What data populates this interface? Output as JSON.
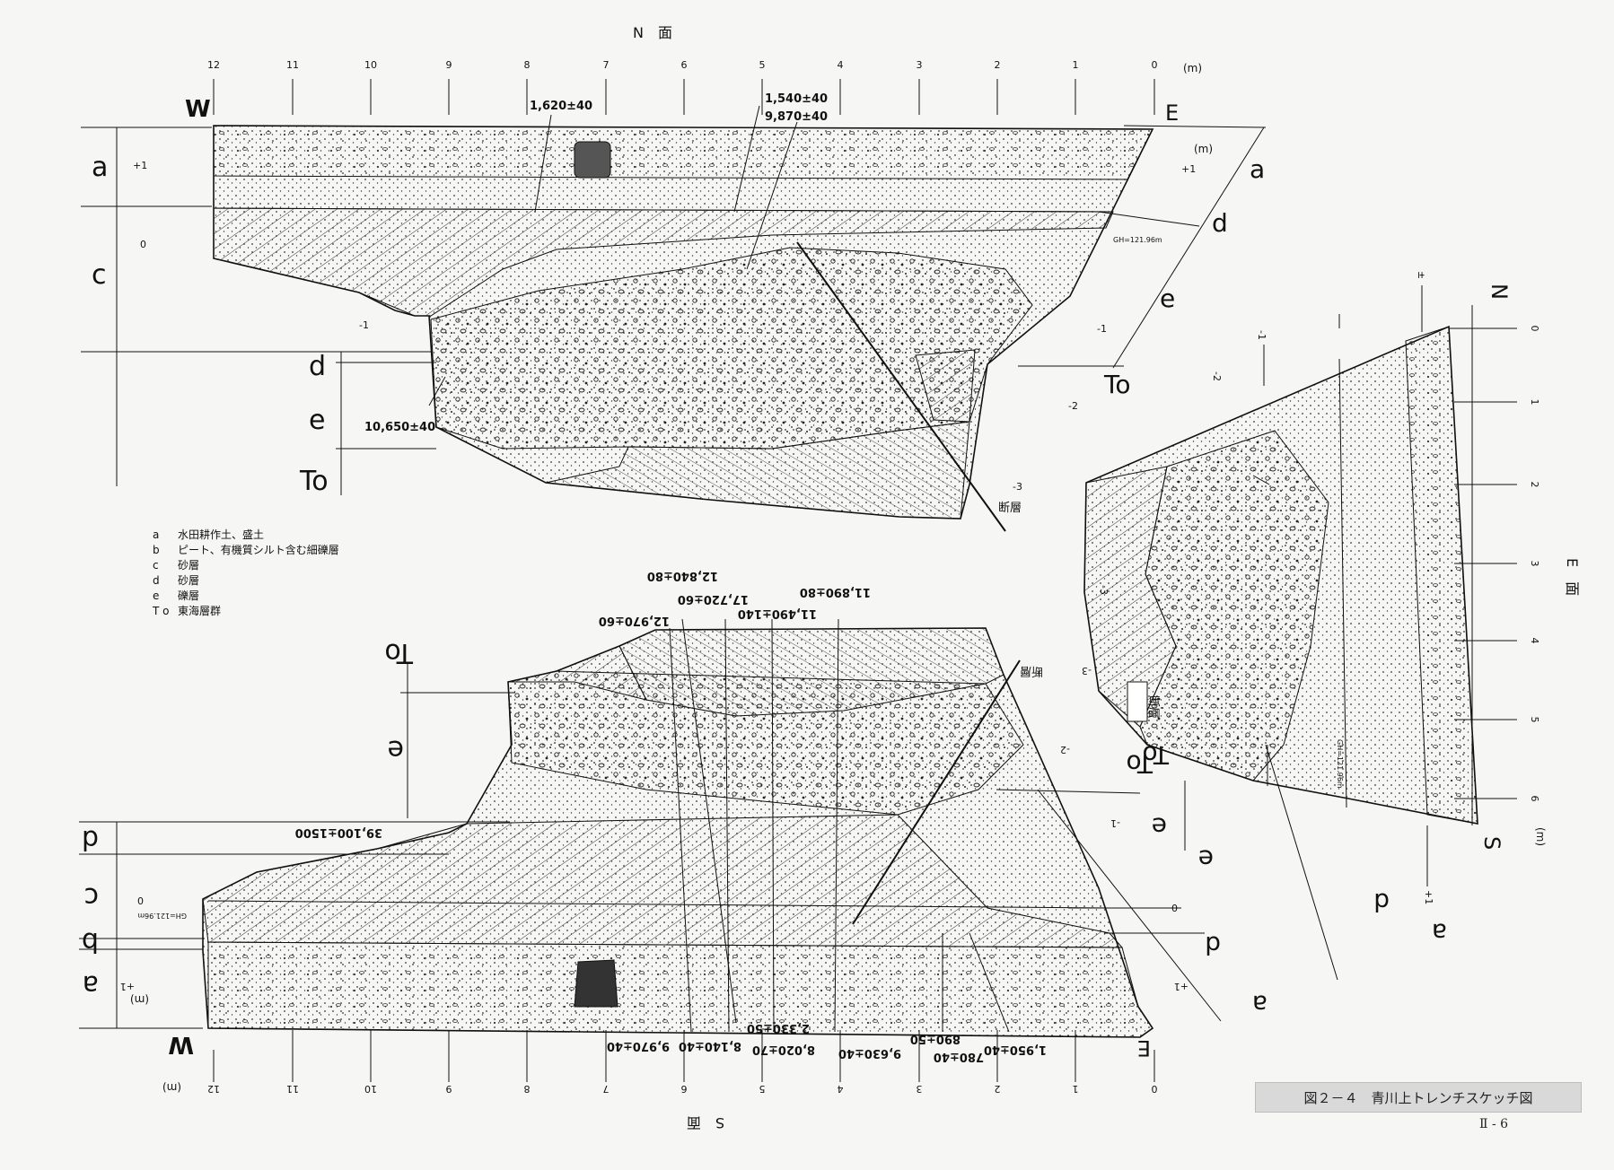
{
  "n_face": {
    "title": "N　面",
    "west_label": "W",
    "east_label": "E",
    "unit": "(m)",
    "scale_ticks": [
      "12",
      "11",
      "10",
      "9",
      "8",
      "7",
      "6",
      "5",
      "4",
      "3",
      "2",
      "1",
      "0"
    ],
    "layers_left": [
      "a",
      "c",
      "d",
      "e",
      "To"
    ],
    "layers_right": [
      "a",
      "d",
      "e",
      "To"
    ],
    "depth_marks_left": [
      "+1",
      "0",
      "-1"
    ],
    "depth_marks_right": [
      "+1",
      "-1",
      "-2",
      "-3"
    ],
    "dates": [
      "1,620±40",
      "1,540±40",
      "9,870±40",
      "10,650±40"
    ],
    "datum": "GH=121.96m",
    "fault": "断層",
    "unit_right": "(m)"
  },
  "s_face": {
    "title": "S　面",
    "west_label": "W",
    "east_label": "E",
    "unit": "(m)",
    "scale_ticks": [
      "12",
      "11",
      "10",
      "9",
      "8",
      "7",
      "6",
      "5",
      "4",
      "3",
      "2",
      "1",
      "0"
    ],
    "layers_left": [
      "To",
      "e",
      "d",
      "c",
      "b",
      "a"
    ],
    "layers_right": [
      "To",
      "e",
      "d",
      "a"
    ],
    "depth_marks_left": [
      "0",
      "+1"
    ],
    "depth_marks_right": [
      "-3",
      "-2",
      "-1",
      "0",
      "+1"
    ],
    "dates_top": [
      "12,840±80",
      "12,970±60",
      "17,720±60",
      "11,490±140",
      "11,890±80"
    ],
    "dates_bottom": [
      "9,970±40",
      "8,140±40",
      "2,330±50",
      "8,020±70",
      "9,630±40",
      "890±50",
      "780±40",
      "1,950±40"
    ],
    "date_mid": "39,100±1500",
    "datum": "GH=121.96m",
    "fault": "断層"
  },
  "e_face": {
    "title": "E　面",
    "north_label": "N",
    "south_label": "S",
    "unit": "(m)",
    "scale_ticks": [
      "0",
      "1",
      "2",
      "3",
      "4",
      "5",
      "6"
    ],
    "layers": [
      "To",
      "e",
      "d",
      "a"
    ],
    "depth_marks": [
      "±",
      "-1",
      "-2",
      "-3",
      "+1"
    ],
    "fault": "断層",
    "datum": "GH=121.96m"
  },
  "legend": [
    {
      "key": "a",
      "text": "水田耕作土、盛土"
    },
    {
      "key": "b",
      "text": "ピート、有機質シルト含む細礫層"
    },
    {
      "key": "c",
      "text": "砂層"
    },
    {
      "key": "d",
      "text": "砂層"
    },
    {
      "key": "e",
      "text": "礫層"
    },
    {
      "key": "T o",
      "text": "東海層群"
    }
  ],
  "caption": "図２－４　青川上トレンチスケッチ図",
  "page_number": "Ⅱ - 6",
  "colors": {
    "ink": "#111111",
    "paper": "#f6f6f4",
    "caption_bg": "#d9d9d9"
  }
}
